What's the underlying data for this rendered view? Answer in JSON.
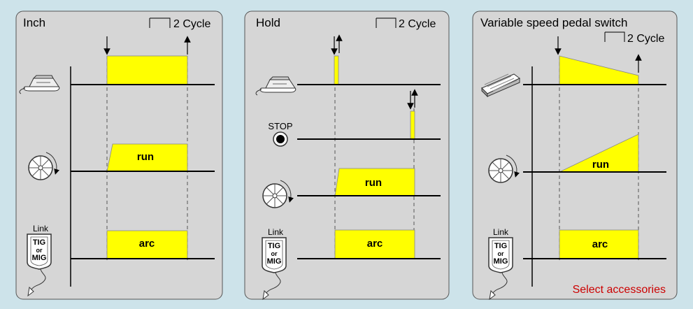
{
  "colors": {
    "pulse": "#ffff00",
    "panel": "#d6d6d6",
    "background": "#cde3ea",
    "accent": "#cc0000"
  },
  "panels": [
    {
      "title": "Inch",
      "cycle": "2 Cycle",
      "pulse_labels": [
        "run",
        "arc"
      ],
      "icons": [
        "foot-pedal-icon",
        "wire-feed-roller-icon",
        "tig-mig-link-icon"
      ]
    },
    {
      "title": "Hold",
      "cycle": "2 Cycle",
      "stop_label": "STOP",
      "pulse_labels": [
        "run",
        "arc"
      ],
      "icons": [
        "foot-pedal-icon",
        "stop-button-icon",
        "wire-feed-roller-icon",
        "tig-mig-link-icon"
      ]
    },
    {
      "title": "Variable speed pedal switch",
      "cycle": "2 Cycle",
      "pulse_labels": [
        "run",
        "arc"
      ],
      "note": "Select accessories",
      "icons": [
        "variable-pedal-icon",
        "wire-feed-roller-icon",
        "tig-mig-link-icon"
      ]
    }
  ],
  "link": {
    "label": "Link",
    "line1": "TIG",
    "line2": "or",
    "line3": "MIG"
  }
}
